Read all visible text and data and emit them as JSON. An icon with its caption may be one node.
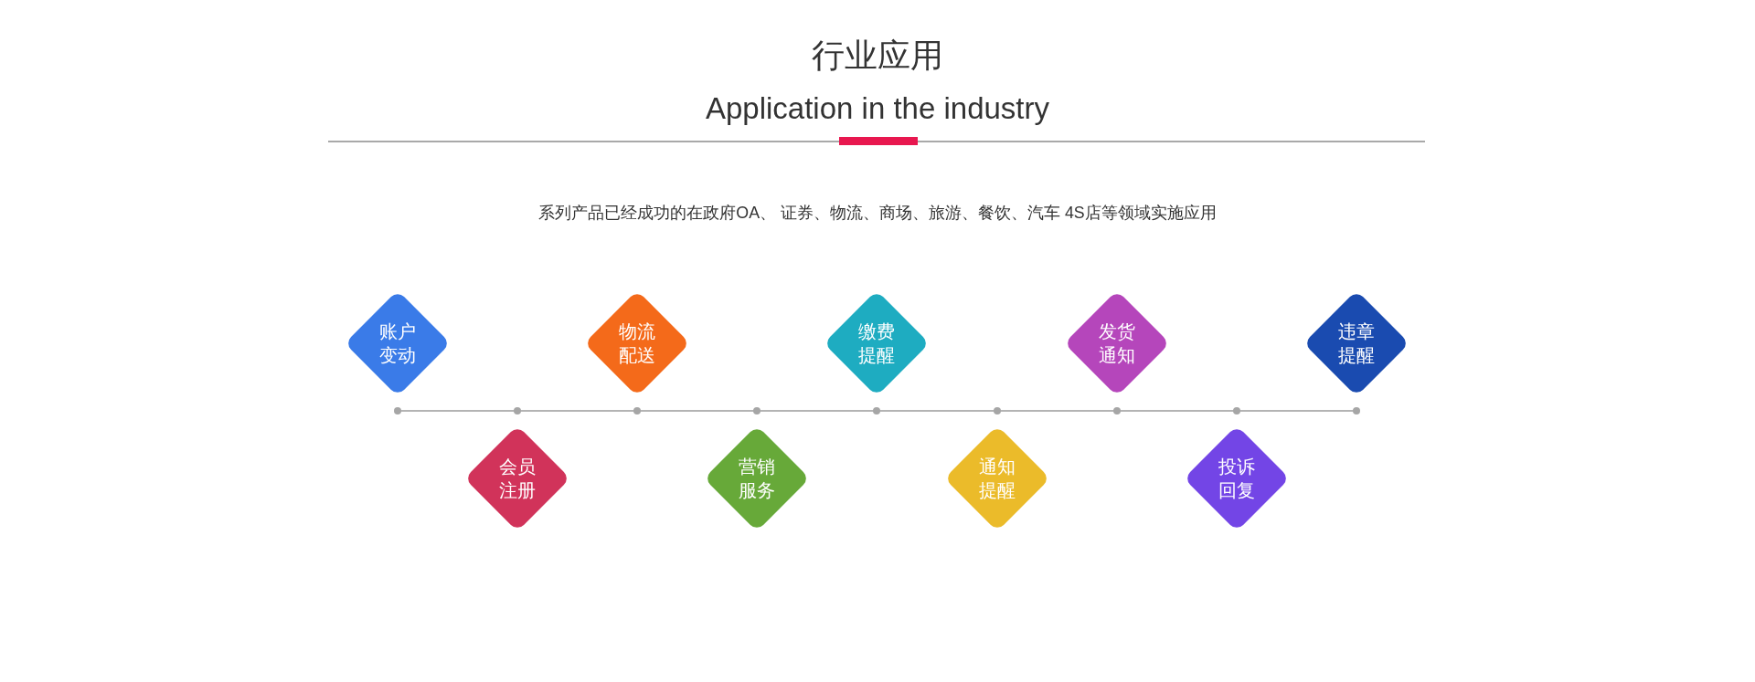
{
  "diagram": {
    "title": "行业应用",
    "nodes": [
      {
        "text": [
          "账户变动"
        ]
      },
      {
        "text": [
          "会员注册"
        ]
      },
      {
        "text": [
          "物流配送"
        ]
      },
      {
        "text": [
          "营销服务"
        ]
      },
      {
        "text": [
          "缴费提醒"
        ]
      },
      {
        "text": [
          "通知提醒"
        ]
      },
      {
        "text": [
          "发货通知"
        ]
      },
      {
        "text": [
          "投诉回复"
        ]
      },
      {
        "text": [
          "违章提醒"
        ]
      }
    ],
    "labels": [
      "Application in the industry",
      "系列产品已经成功的在政府OA、 证券、物流、商场、旅游、餐饮、汽车 4S店等领域实施应用"
    ]
  }
}
